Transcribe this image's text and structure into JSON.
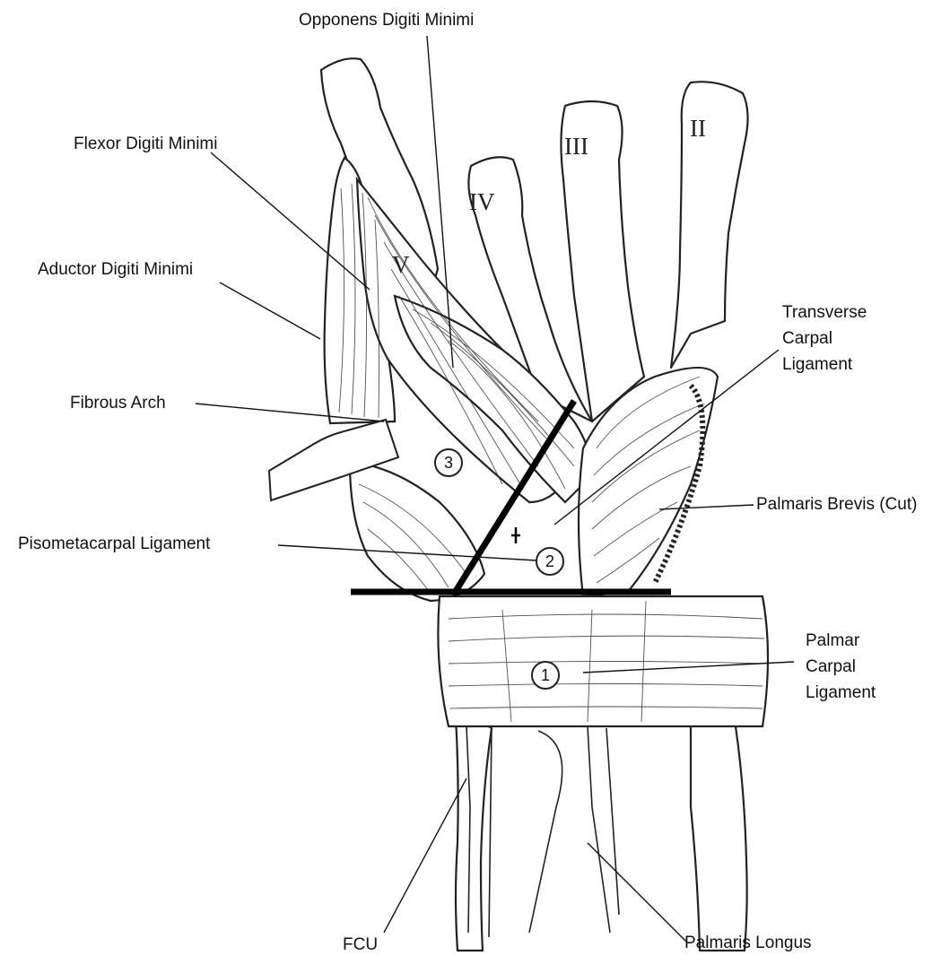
{
  "labels": {
    "opponens": "Opponens Digiti Minimi",
    "flexor": "Flexor Digiti Minimi",
    "aductor": "Aductor Digiti Minimi",
    "fibrous_arch": "Fibrous Arch",
    "pisometacarpal": "Pisometacarpal Ligament",
    "transverse": [
      "Transverse",
      "Carpal",
      "Ligament"
    ],
    "palmaris_brevis": "Palmaris Brevis (Cut)",
    "palmar_carpal": [
      "Palmar",
      "Carpal",
      "Ligament"
    ],
    "fcu": "FCU",
    "palmaris_longus": "Palmaris Longus"
  },
  "digits": [
    "II",
    "III",
    "IV",
    "V"
  ],
  "zones": [
    "1",
    "2",
    "3"
  ],
  "colors": {
    "ink": "#1a1a1a",
    "background": "#ffffff"
  }
}
